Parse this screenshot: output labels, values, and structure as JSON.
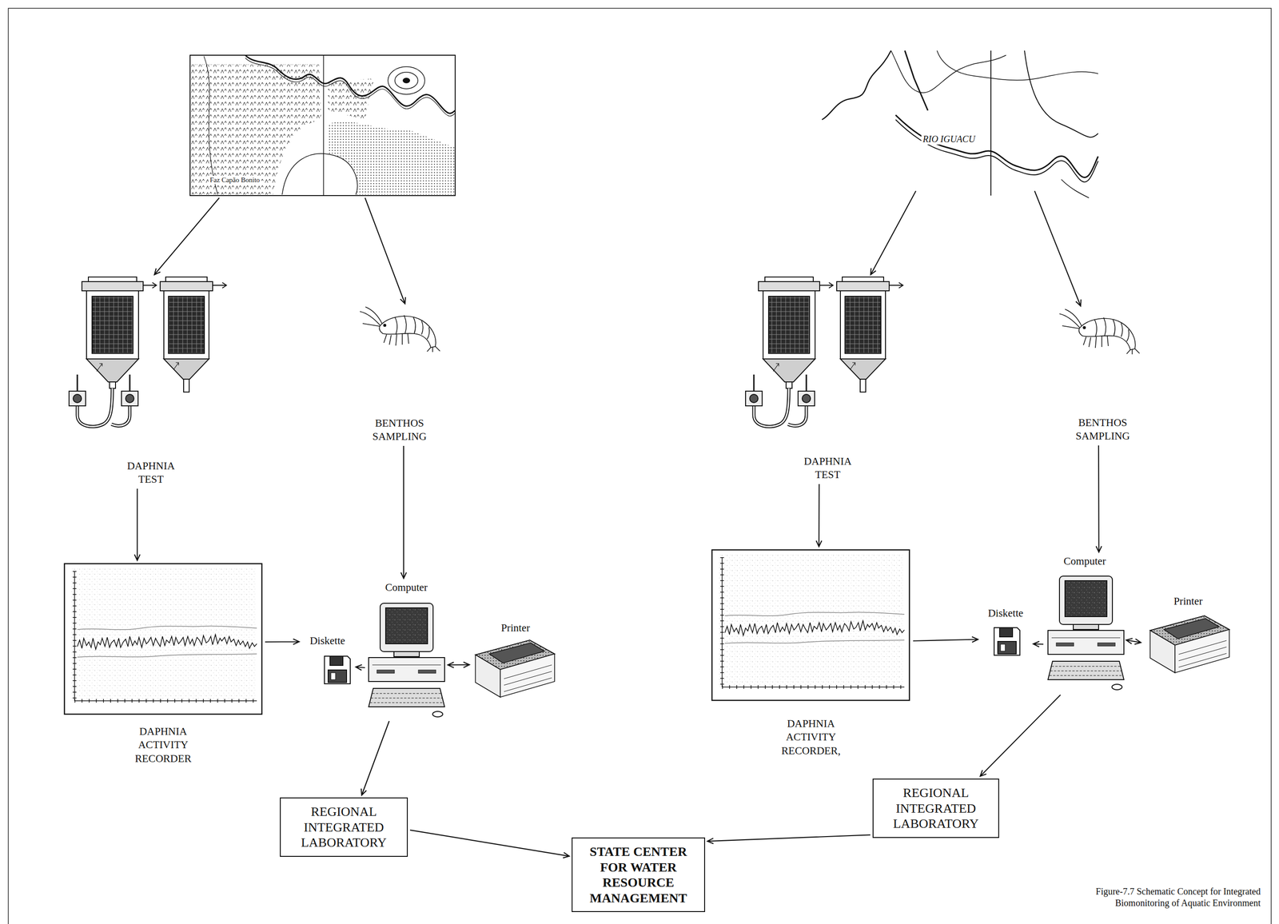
{
  "diagram": {
    "caption": "Figure-7.7 Schematic Concept for Integrated Biomonitoring of Aquatic Environment",
    "nodes": [
      {
        "text": [
          "Faz Capão Bonito"
        ]
      },
      {
        "text": [
          "DAPHNIA TEST"
        ]
      },
      {
        "text": [
          "BENTHOS SAMPLING"
        ]
      },
      {
        "text": [
          "DAPHNIA ACTIVITY RECORDER"
        ]
      },
      {
        "text": [
          "Computer"
        ]
      },
      {
        "text": [
          "Diskette"
        ]
      },
      {
        "text": [
          "Printer"
        ]
      },
      {
        "text": [
          "REGIONAL INTEGRATED LABORATORY"
        ]
      },
      {
        "text": [
          "STATE CENTER FOR WATER RESOURCE MANAGEMENT"
        ]
      },
      {
        "text": [
          "RIO IGUACU"
        ]
      },
      {
        "text": [
          "DAPHNIA TEST"
        ]
      },
      {
        "text": [
          "BENTHOS SAMPLING"
        ]
      },
      {
        "text": [
          "DAPHNIA ACTIVITY RECORDER,"
        ]
      },
      {
        "text": [
          "Computer"
        ]
      },
      {
        "text": [
          "Diskette"
        ]
      },
      {
        "text": [
          "Printer"
        ]
      },
      {
        "text": [
          "REGIONAL INTEGRATED LABORATORY"
        ]
      }
    ],
    "edges": [
      {
        "from": 0,
        "to": 1,
        "arrow": "to"
      },
      {
        "from": 0,
        "to": 2,
        "arrow": "to"
      },
      {
        "from": 1,
        "to": 3,
        "arrow": "to"
      },
      {
        "from": 2,
        "to": 4,
        "arrow": "to"
      },
      {
        "from": 3,
        "to": 5,
        "arrow": "to"
      },
      {
        "from": 4,
        "to": 5,
        "arrow": "to"
      },
      {
        "from": 4,
        "to": 6,
        "arrow": "both"
      },
      {
        "from": 4,
        "to": 7,
        "arrow": "to"
      },
      {
        "from": 7,
        "to": 8,
        "arrow": "to"
      },
      {
        "from": 9,
        "to": 10,
        "arrow": "to"
      },
      {
        "from": 9,
        "to": 11,
        "arrow": "to"
      },
      {
        "from": 10,
        "to": 12,
        "arrow": "to"
      },
      {
        "from": 11,
        "to": 13,
        "arrow": "to"
      },
      {
        "from": 12,
        "to": 14,
        "arrow": "to"
      },
      {
        "from": 13,
        "to": 14,
        "arrow": "to"
      },
      {
        "from": 13,
        "to": 15,
        "arrow": "both"
      },
      {
        "from": 13,
        "to": 16,
        "arrow": "to"
      },
      {
        "from": 16,
        "to": 8,
        "arrow": "to"
      }
    ]
  }
}
